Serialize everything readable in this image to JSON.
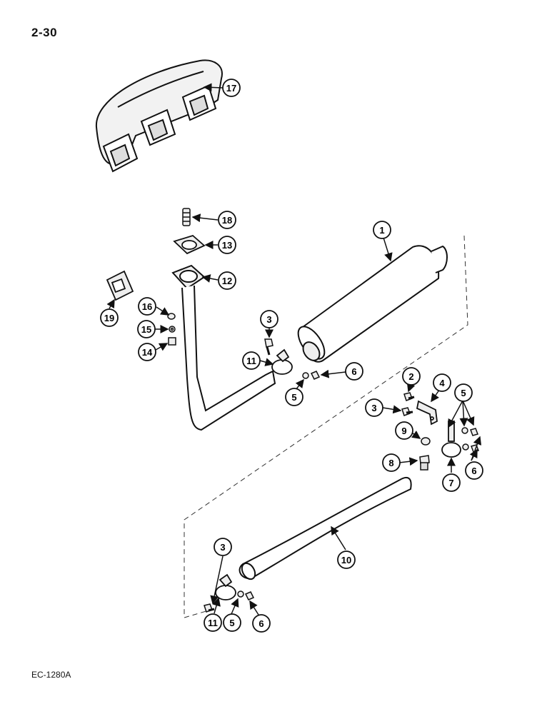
{
  "page_number": "2-30",
  "figure_code": "EC-1280A",
  "parts": {
    "muffler": "1",
    "bolt_upper": "2",
    "bolt": "3",
    "bracket": "4",
    "lockwasher": "5",
    "nut": "6",
    "strap_clamp": "7",
    "bolt_large": "8",
    "washer": "9",
    "tailpipe": "10",
    "clamp": "11",
    "pipe_flange": "12",
    "gasket": "13",
    "manifold_nut": "14",
    "manifold_lockwasher": "15",
    "manifold_washer": "16",
    "exhaust_manifold": "17",
    "stud": "18",
    "manifold_gasket": "19"
  }
}
